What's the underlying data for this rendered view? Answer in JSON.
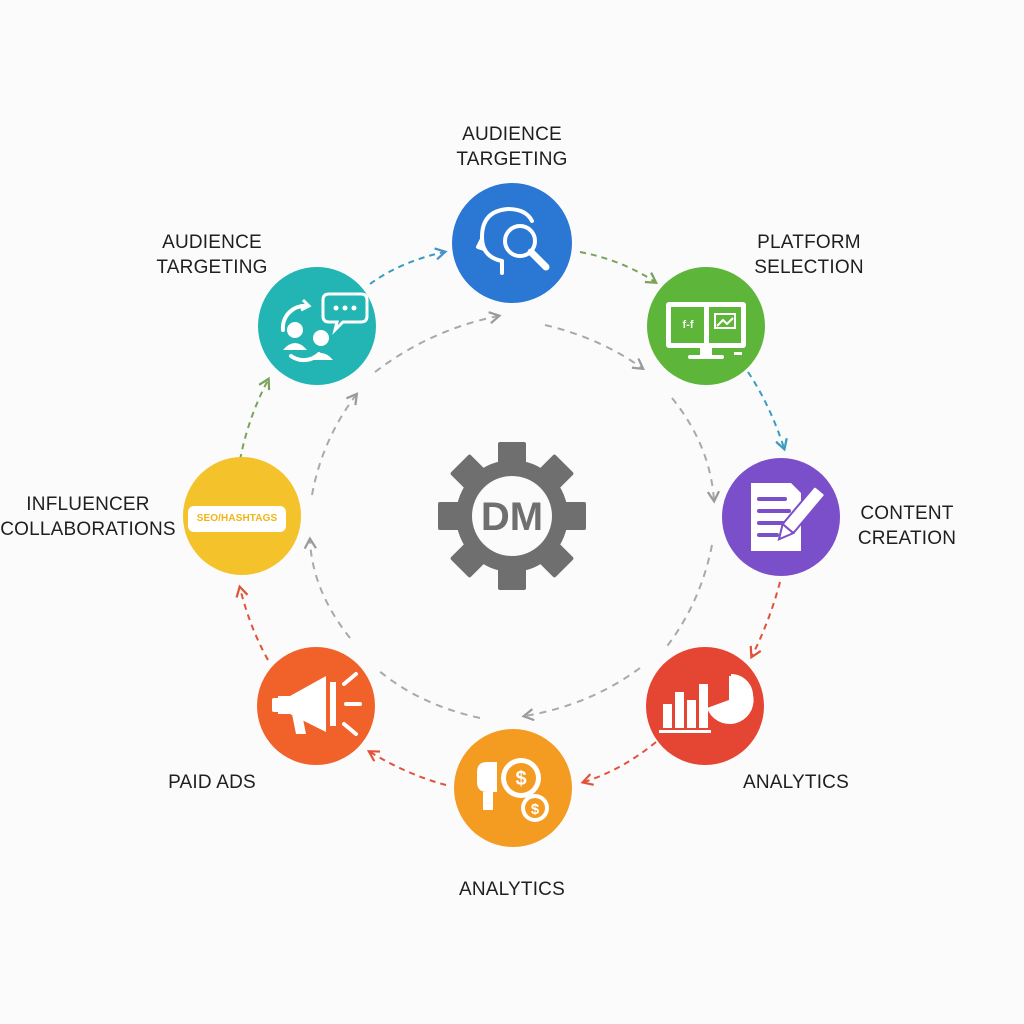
{
  "center": {
    "logo_text": "DM",
    "icon": "gear-icon"
  },
  "colors": {
    "blue": "#2b77d4",
    "green": "#5db53a",
    "purple": "#7b4fc9",
    "red": "#e54633",
    "orange_gold": "#f39c21",
    "orange": "#f0622a",
    "yellow": "#f4c22b",
    "teal": "#22b5b3",
    "gear": "#6f6f6f"
  },
  "nodes": [
    {
      "id": "top",
      "label_lines": [
        "AUDIENCE",
        "TARGETING"
      ],
      "icon": "head-magnifier-icon"
    },
    {
      "id": "upper-right",
      "label_lines": [
        "PLATFORM",
        "SELECTION"
      ],
      "icon": "monitor-icon"
    },
    {
      "id": "right",
      "label_lines": [
        "CONTENT",
        "CREATION"
      ],
      "icon": "document-pen-icon"
    },
    {
      "id": "lower-right",
      "label_lines": [
        "ANALYTICS"
      ],
      "icon": "bar-pie-chart-icon"
    },
    {
      "id": "bottom",
      "label_lines": [
        "ANALYTICS"
      ],
      "icon": "dollar-coins-icon"
    },
    {
      "id": "lower-left",
      "label_lines": [
        "PAID ADS"
      ],
      "icon": "megaphone-icon"
    },
    {
      "id": "left",
      "label_lines": [
        "INFLUENCER",
        "COLLABORATIONS"
      ],
      "icon": "hashtag-badge-icon",
      "badge_text": "SEO/HASHTAGS"
    },
    {
      "id": "upper-left",
      "label_lines": [
        "AUDIENCE",
        "TARGETING"
      ],
      "icon": "people-chat-icon"
    }
  ]
}
